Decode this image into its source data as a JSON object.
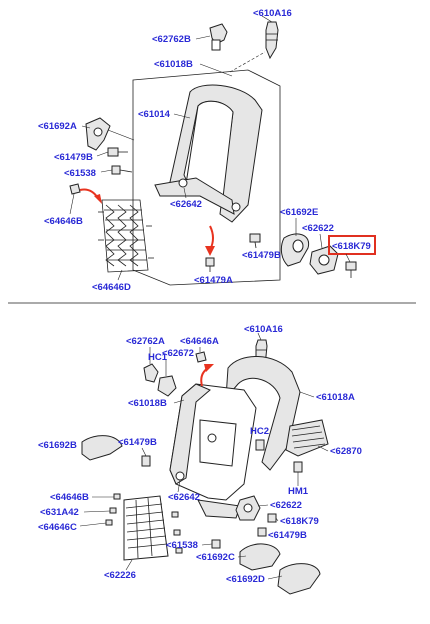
{
  "top_diagram": {
    "labels": {
      "l_610A16": "610A16",
      "l_62762B": "62762B",
      "l_61018B": "61018B",
      "l_61014": "61014",
      "l_61692A": "61692A",
      "l_61479B_left": "61479B",
      "l_61538": "61538",
      "l_62642": "62642",
      "l_64646B": "64646B",
      "l_64646D": "64646D",
      "l_61479A": "61479A",
      "l_61692E": "61692E",
      "l_62622": "62622",
      "l_61479B_right": "61479B",
      "l_618K79": "618K79"
    },
    "highlight_color": "#e03020"
  },
  "bottom_diagram": {
    "labels": {
      "l_610A16": "610A16",
      "l_62762A": "62762A",
      "l_64646A": "64646A",
      "l_HC1": "HC1",
      "l_62672": "62672",
      "l_61018B": "61018B",
      "l_61018A": "61018A",
      "l_61692B": "61692B",
      "l_61479B_left": "61479B",
      "l_HC2": "HC2",
      "l_62870": "62870",
      "l_HM1": "HM1",
      "l_62642": "62642",
      "l_64646B": "64646B",
      "l_631A42": "631A42",
      "l_64646C": "64646C",
      "l_62622": "62622",
      "l_618K79": "618K79",
      "l_61479B_right": "61479B",
      "l_61538": "61538",
      "l_61692C": "61692C",
      "l_61692D": "61692D",
      "l_62226": "62226"
    }
  },
  "colors": {
    "label_blue": "#2a2ad6",
    "arrow_red": "#e8331f",
    "line": "#222222"
  }
}
